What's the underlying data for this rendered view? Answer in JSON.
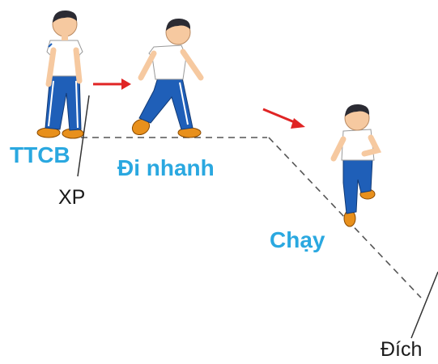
{
  "labels": {
    "ready_position": "TTCB",
    "start": "XP",
    "walk_fast": "Đi nhanh",
    "run": "Chạy",
    "finish": "Đích"
  },
  "colors": {
    "label_blue": "#2AA8E0",
    "arrow_red": "#E02424",
    "shirt_white": "#FFFFFF",
    "pants_blue": "#1F5FB8",
    "shoe_orange": "#E8901C",
    "hair_dark": "#2B2B33",
    "skin": "#F6C9A0",
    "path_dash": "#555555"
  },
  "icons": [
    "boy-standing-icon",
    "boy-walking-icon",
    "boy-running-icon",
    "red-arrow-icon"
  ]
}
